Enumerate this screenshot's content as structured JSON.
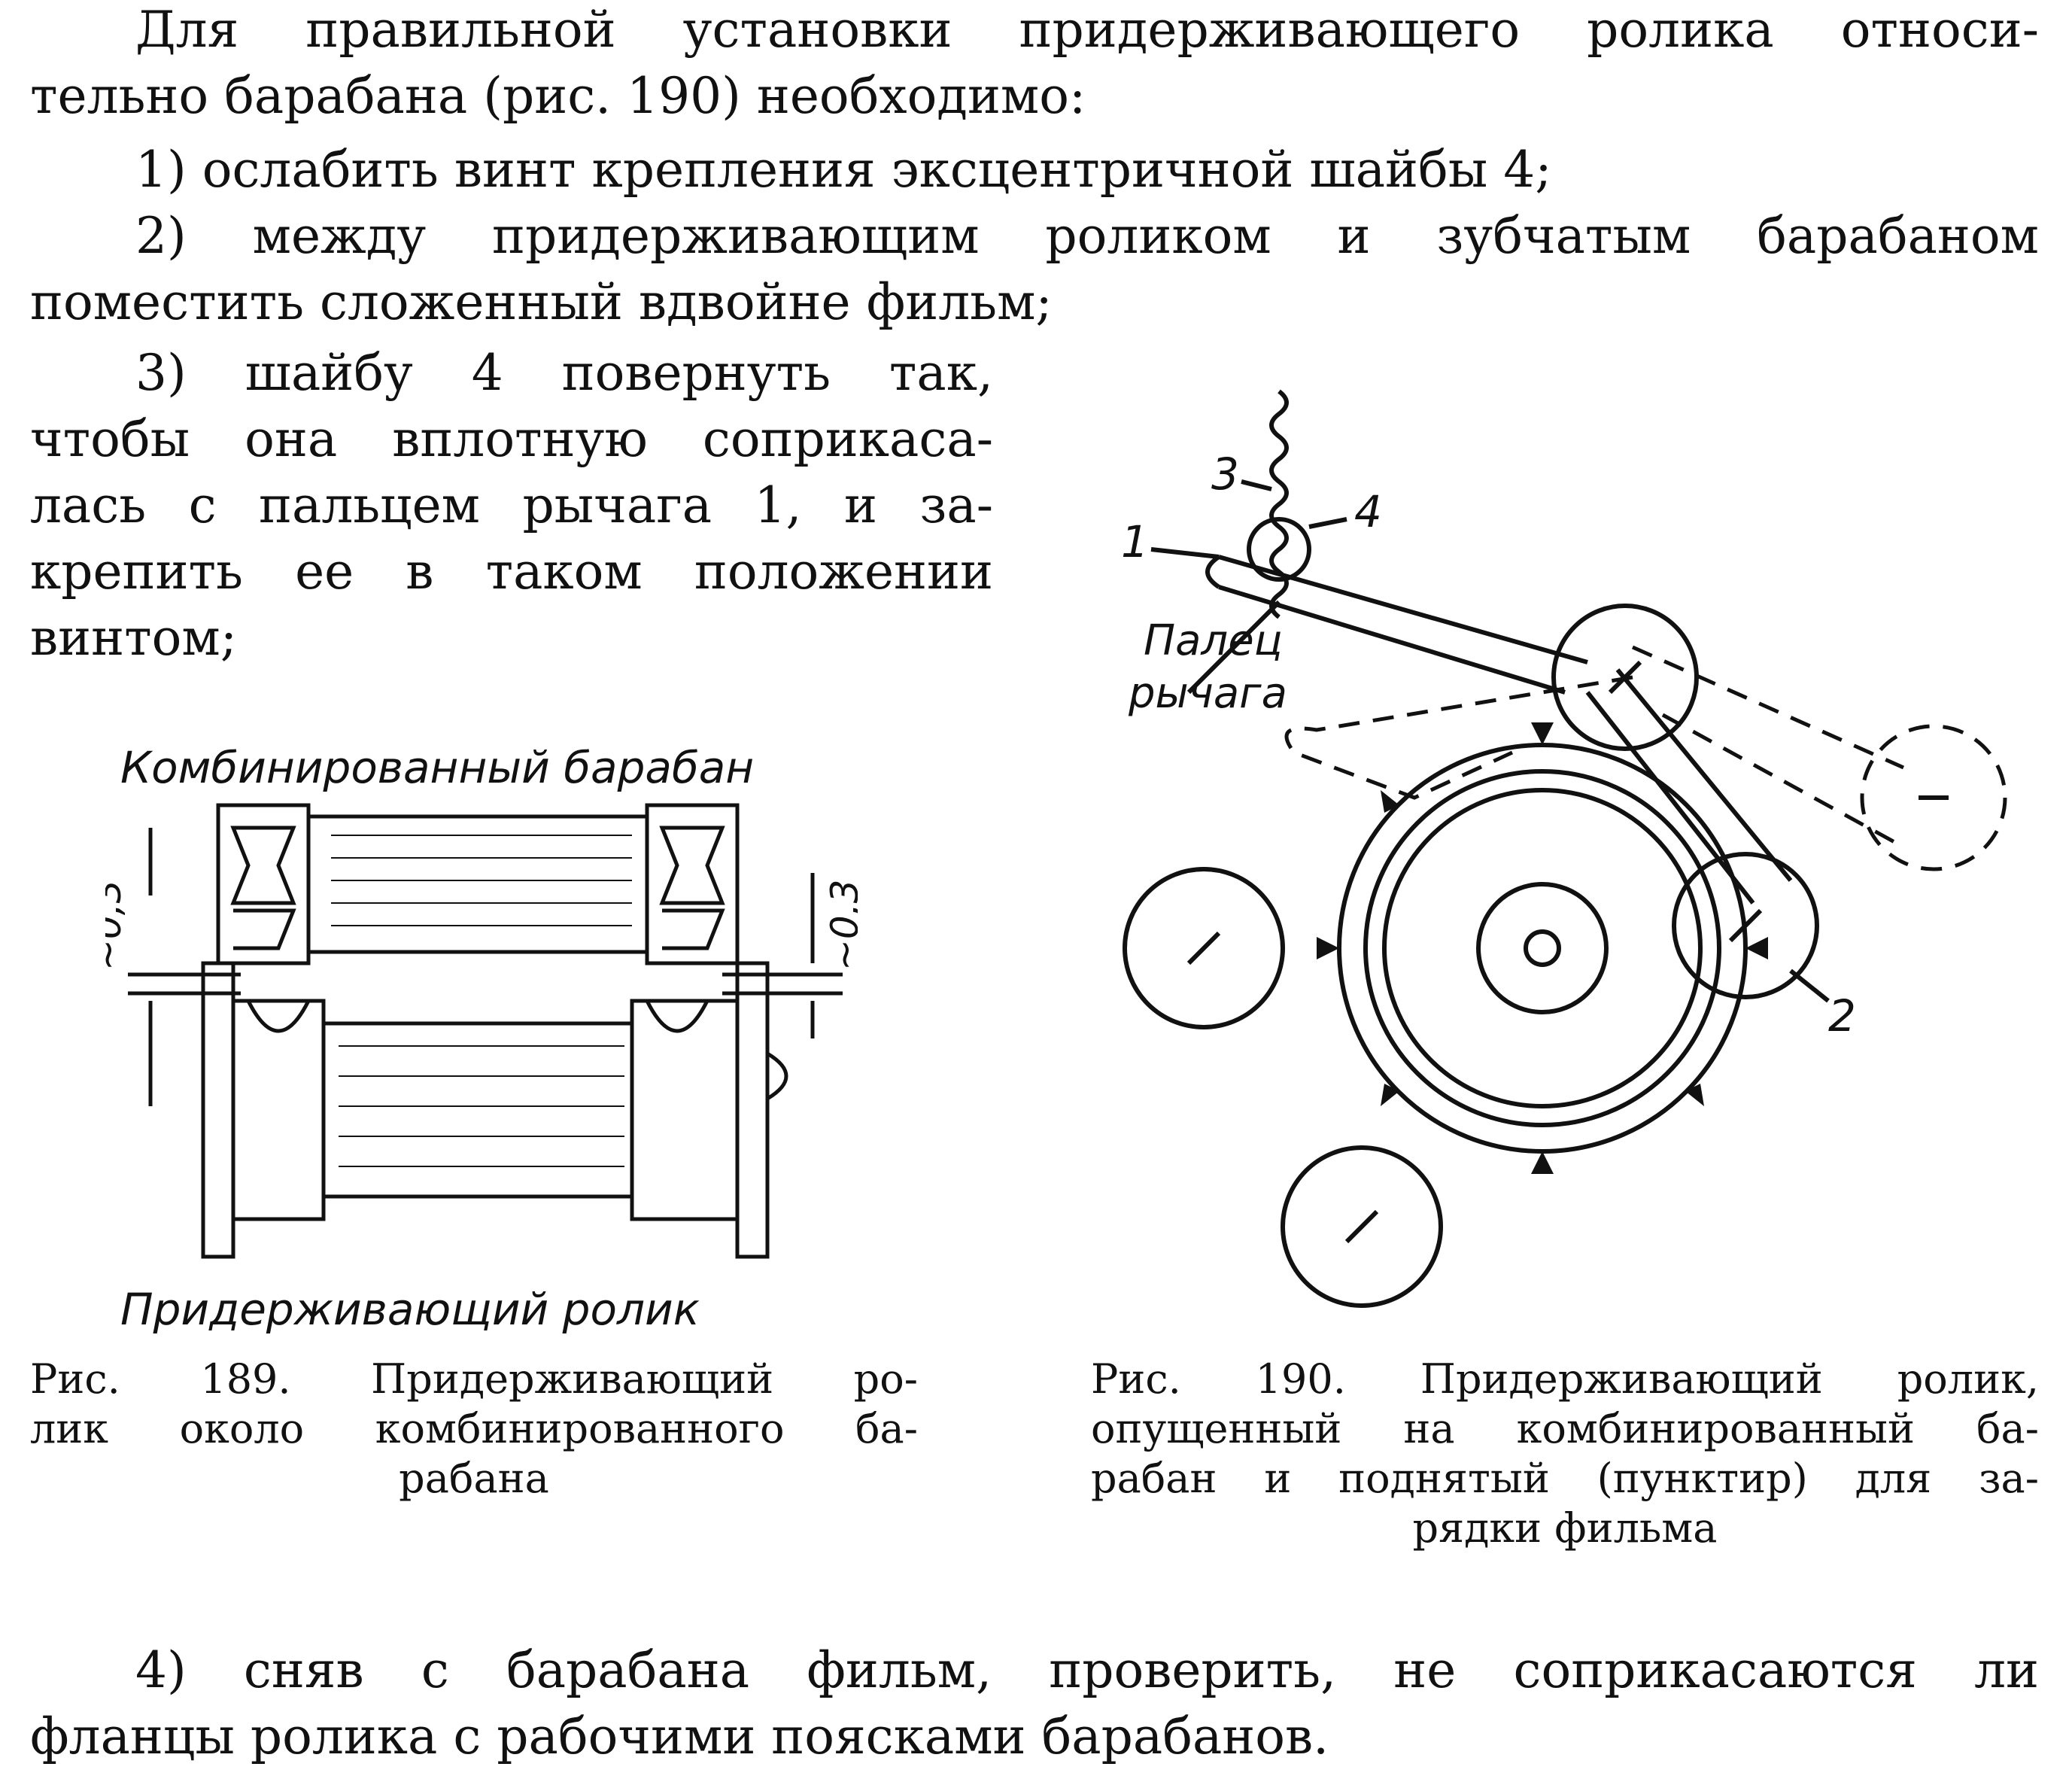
{
  "paragraph_intro": [
    "Для правильной установки придерживающего ролика относи-",
    "тельно барабана (рис. 190) необходимо:"
  ],
  "steps": {
    "step1": "1) ослабить винт крепления эксцентричной шайбы 4;",
    "step2_lines": [
      "2) между придерживающим роликом и зубчатым барабаном",
      "поместить сложенный вдвойне фильм;"
    ],
    "step3_lines": [
      "3) шайбу 4 повернуть так,",
      "чтобы она вплотную соприкаса-",
      "лась с пальцем рычага 1, и за-",
      "крепить ее в таком положении",
      "винтом;"
    ],
    "step4_lines": [
      "4) сняв с барабана фильм, проверить, не соприкасаются ли",
      "фланцы ролика с рабочими поясками барабанов."
    ]
  },
  "figure189": {
    "label_top": "Комбинированный барабан",
    "label_bottom": "Придерживающий ролик",
    "dim_left": "~0,3",
    "dim_right": "~0,3",
    "caption_lines": [
      "Рис. 189. Придерживающий ро-",
      "лик около комбинированного ба-",
      "рабана"
    ]
  },
  "figure190": {
    "labels": {
      "n1": "1",
      "n2": "2",
      "n3": "3",
      "n4": "4",
      "finger_line1": "Палец",
      "finger_line2": "рычага"
    },
    "caption_lines": [
      "Рис. 190. Придерживающий ролик,",
      "опущенный на комбинированный ба-",
      "рабан и поднятый (пунктир) для за-",
      "рядки фильма"
    ]
  }
}
